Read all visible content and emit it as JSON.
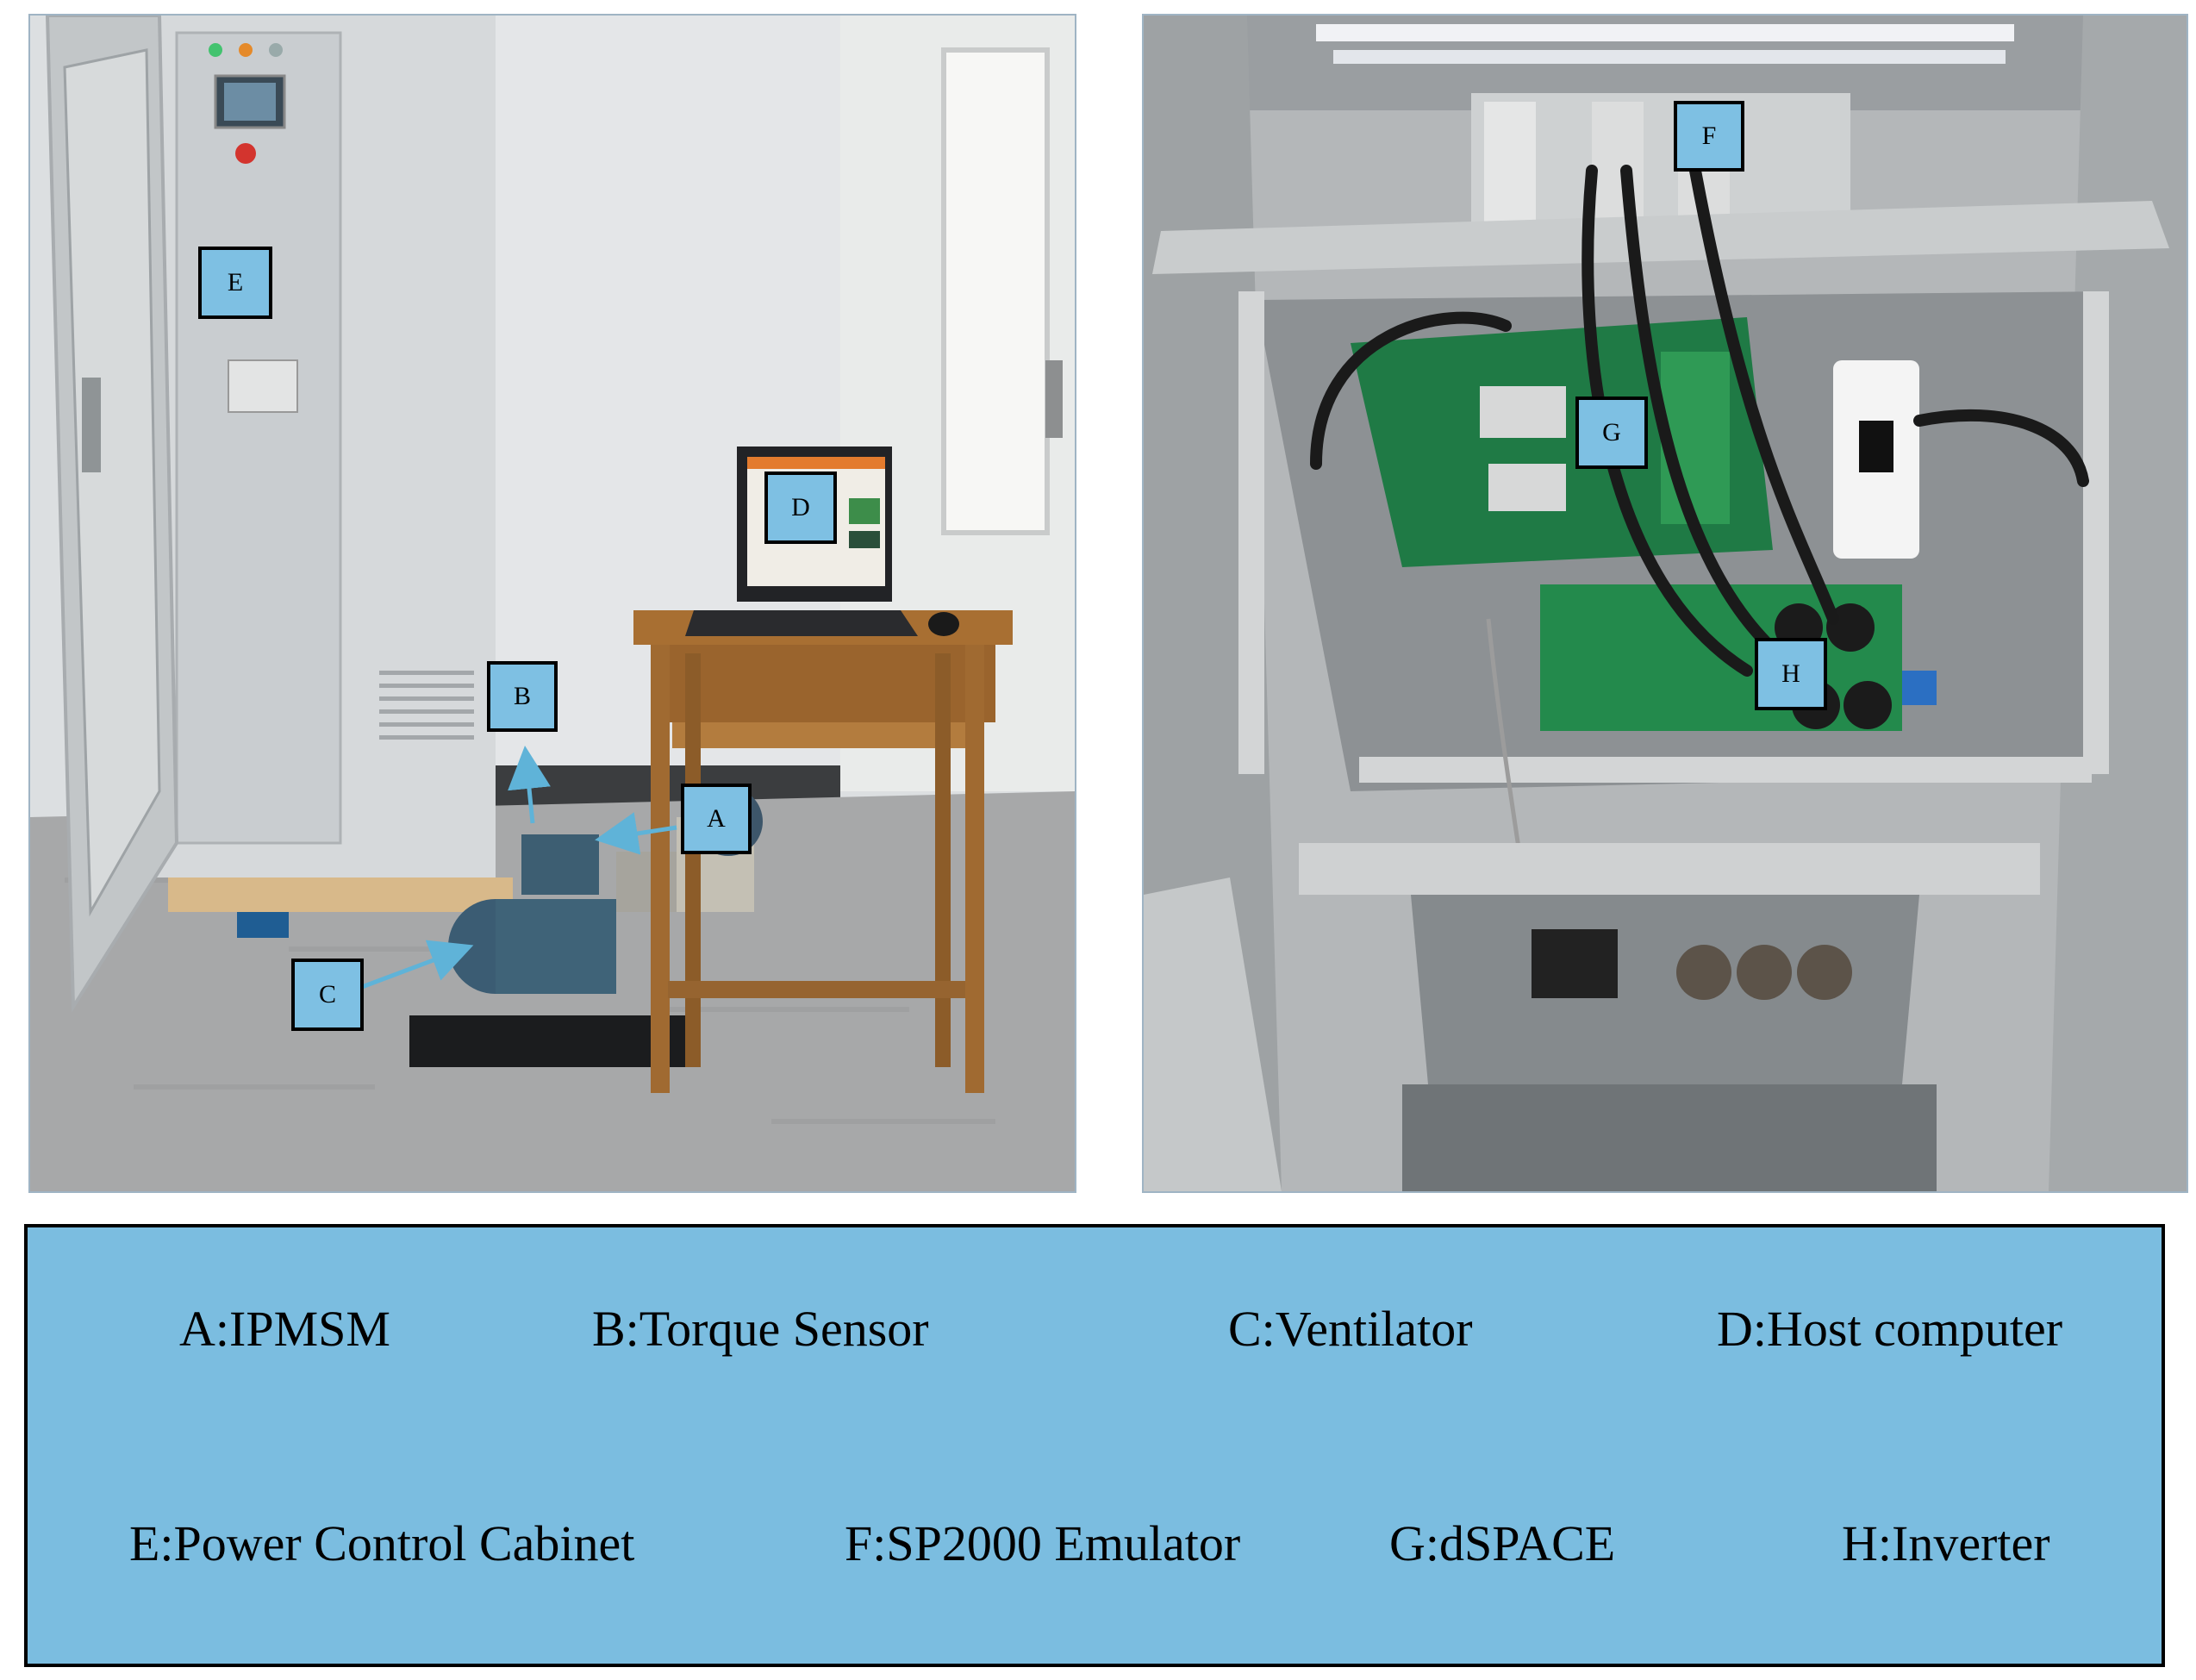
{
  "labels": {
    "a": "A",
    "b": "B",
    "c": "C",
    "d": "D",
    "e": "E",
    "f": "F",
    "g": "G",
    "h": "H"
  },
  "legend": {
    "a": "A:IPMSM",
    "b": "B:Torque Sensor",
    "c": "C:Ventilator",
    "d": "D:Host computer",
    "e": "E:Power Control Cabinet",
    "f": "F:SP2000 Emulator",
    "g": "G:dSPACE",
    "h": "H:Inverter"
  },
  "colors": {
    "legend_background": "#7bbde0",
    "tag_background": "#7ec0e3",
    "arrow": "#5fb3d8"
  }
}
